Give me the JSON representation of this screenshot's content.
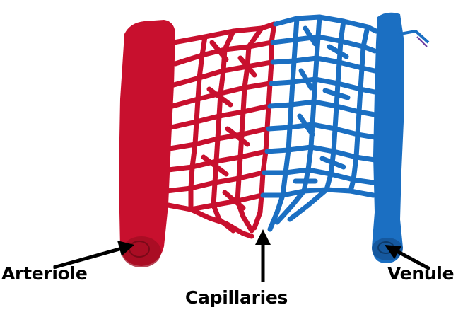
{
  "diagram": {
    "labels": {
      "arteriole": "Arteriole",
      "capillaries": "Capillaries",
      "venule": "Venule"
    },
    "colors": {
      "artery": "#c8102e",
      "artery_dark": "#a00c22",
      "vein": "#1b6fc2",
      "vein_dark": "#134f8f",
      "arrow": "#000000"
    }
  }
}
